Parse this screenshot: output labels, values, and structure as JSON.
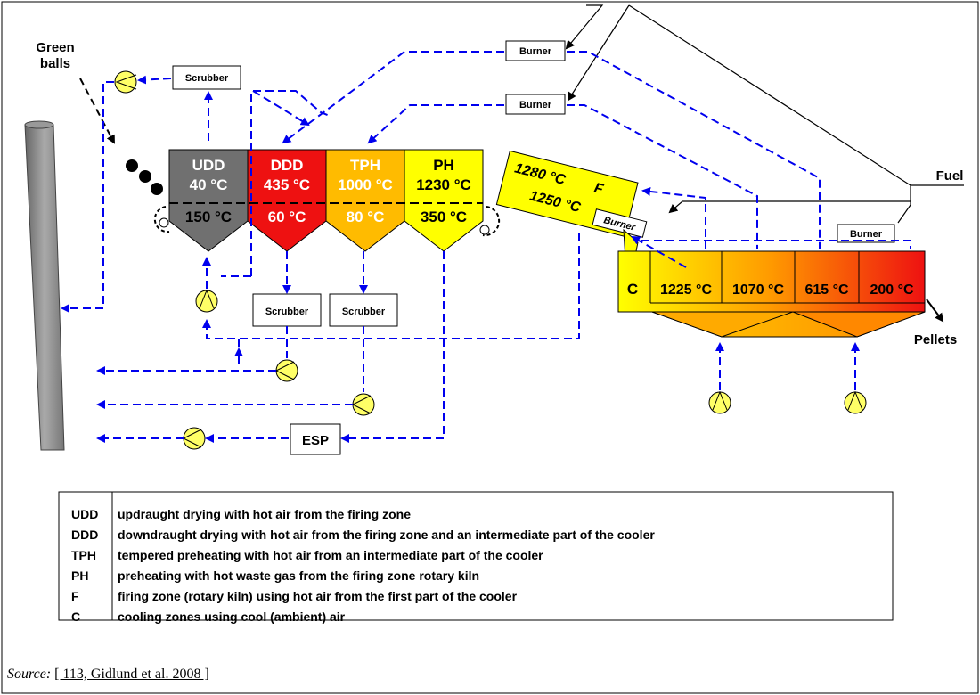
{
  "labels": {
    "green_balls_line1": "Green",
    "green_balls_line2": "balls",
    "fuel": "Fuel",
    "pellets": "Pellets",
    "burner": "Burner",
    "scrubber": "Scrubber",
    "esp": "ESP"
  },
  "zones": [
    {
      "code": "UDD",
      "top_temp": "40 °C",
      "bottom_temp": "150 °C",
      "color": "#707070"
    },
    {
      "code": "DDD",
      "top_temp": "435 °C",
      "bottom_temp": "60 °C",
      "color": "#ee1111"
    },
    {
      "code": "TPH",
      "top_temp": "1000 °C",
      "bottom_temp": "80 °C",
      "color": "#ffbb00"
    },
    {
      "code": "PH",
      "top_temp": "1230 °C",
      "bottom_temp": "350 °C",
      "color": "#ffff00"
    }
  ],
  "kiln": {
    "temp_top": "1280 °C",
    "code": "F",
    "temp_bottom": "1250 °C",
    "color": "#ffff00"
  },
  "cooler": {
    "code": "C",
    "temps": [
      "1225 °C",
      "1070 °C",
      "615 °C",
      "200 °C"
    ],
    "gradient_start": "#ffff00",
    "gradient_end": "#ee1111"
  },
  "legend": [
    {
      "abbr": "UDD",
      "text": "updraught drying with hot air from the firing zone"
    },
    {
      "abbr": "DDD",
      "text": "downdraught drying with hot air from the firing zone and an intermediate part of the cooler"
    },
    {
      "abbr": "TPH",
      "text": "tempered preheating with hot air from an intermediate part of the cooler"
    },
    {
      "abbr": "PH",
      "text": "preheating with hot waste gas from the firing zone rotary kiln"
    },
    {
      "abbr": "F",
      "text": "firing zone (rotary kiln) using hot air from the first part of the cooler"
    },
    {
      "abbr": "C",
      "text": "cooling zones using cool (ambient) air"
    }
  ],
  "source": {
    "prefix": "Source:",
    "ref": "[ 113, Gidlund et al. 2008 ]"
  },
  "colors": {
    "flow": "#0000ee",
    "fan": "#ffff66",
    "stack": "#888888"
  }
}
